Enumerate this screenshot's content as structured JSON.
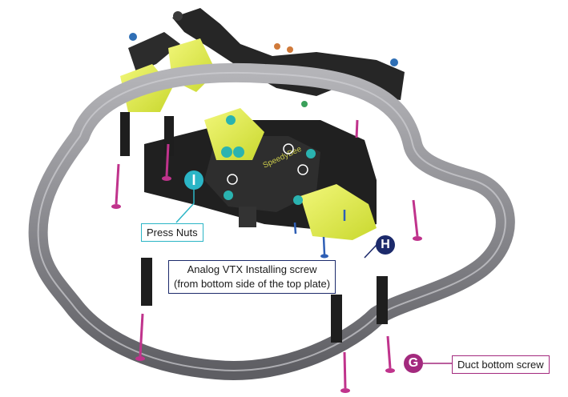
{
  "callouts": {
    "press_nuts": {
      "text": "Press Nuts",
      "marker": "I",
      "color": "#2bb5c6"
    },
    "vtx_screw": {
      "line1": "Analog VTX Installing screw",
      "line2": "(from bottom side of the top plate)",
      "marker": "H",
      "color": "#1c2a6b"
    },
    "duct_screw": {
      "text": "Duct bottom screw",
      "marker": "G",
      "color": "#a32a7e"
    }
  },
  "drone": {
    "logo": "SpeedyBee",
    "colors": {
      "duct": "#8c8c90",
      "frame": "#262626",
      "mount": "#e3f05a",
      "screw": "#c0338c",
      "nut": "#2ab3b0"
    }
  }
}
